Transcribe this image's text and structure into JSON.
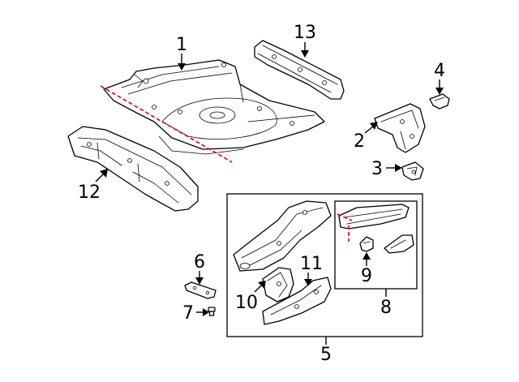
{
  "callouts": {
    "c1": "1",
    "c2": "2",
    "c3": "3",
    "c4": "4",
    "c5": "5",
    "c6": "6",
    "c7": "7",
    "c8": "8",
    "c9": "9",
    "c10": "10",
    "c11": "11",
    "c12": "12",
    "c13": "13"
  },
  "colors": {
    "line": "#000000",
    "background": "#ffffff",
    "cut_line": "#e8000b"
  }
}
